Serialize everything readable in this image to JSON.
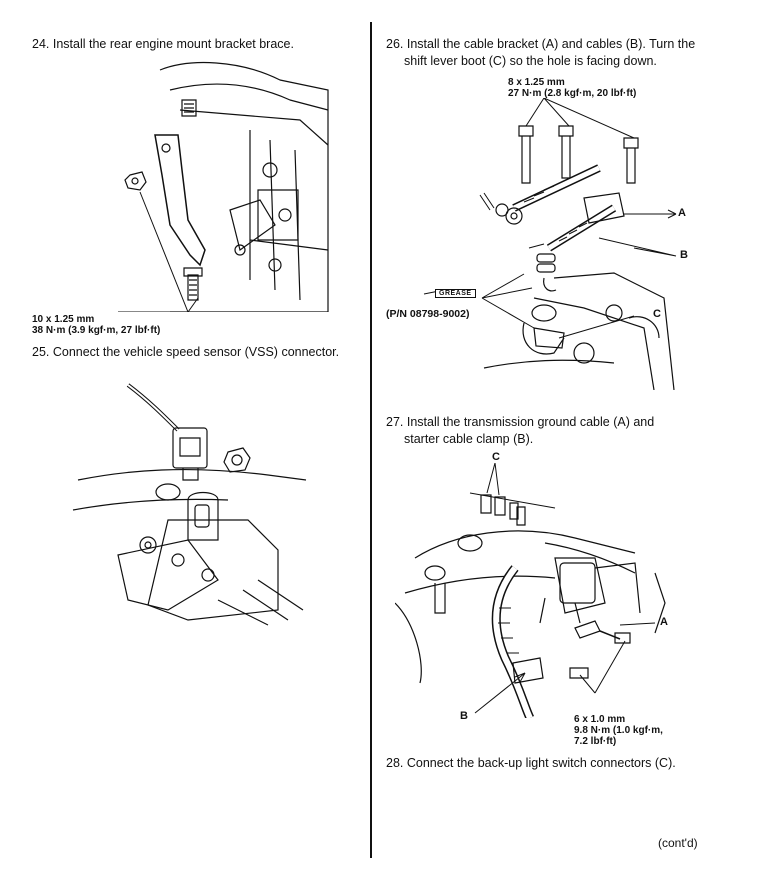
{
  "left_column": {
    "step24": "24. Install the rear engine mount bracket brace.",
    "spec24": [
      "10 x 1.25 mm",
      "38 N·m (3.9 kgf·m, 27 lbf·ft)"
    ],
    "step25": "25. Connect the vehicle speed sensor (VSS) connector."
  },
  "right_column": {
    "step26": [
      "26. Install the cable bracket (A) and cables (B). Turn the",
      "shift lever boot (C) so the hole is facing down."
    ],
    "spec26": [
      "8 x 1.25 mm",
      "27 N·m (2.8 kgf·m, 20 lbf·ft)"
    ],
    "callouts26": {
      "a": "A",
      "b": "B",
      "c": "C"
    },
    "grease": "GREASE",
    "part_number": "(P/N 08798-9002)",
    "step27": [
      "27. Install the transmission ground cable (A) and",
      "starter cable clamp (B)."
    ],
    "callouts27": {
      "a": "A",
      "b": "B",
      "c": "C"
    },
    "spec27": [
      "6 x 1.0 mm",
      "9.8 N·m (1.0 kgf·m,",
      "7.2 lbf·ft)"
    ],
    "step28": "28. Connect the back-up light switch connectors (C).",
    "contd": "(cont'd)"
  }
}
